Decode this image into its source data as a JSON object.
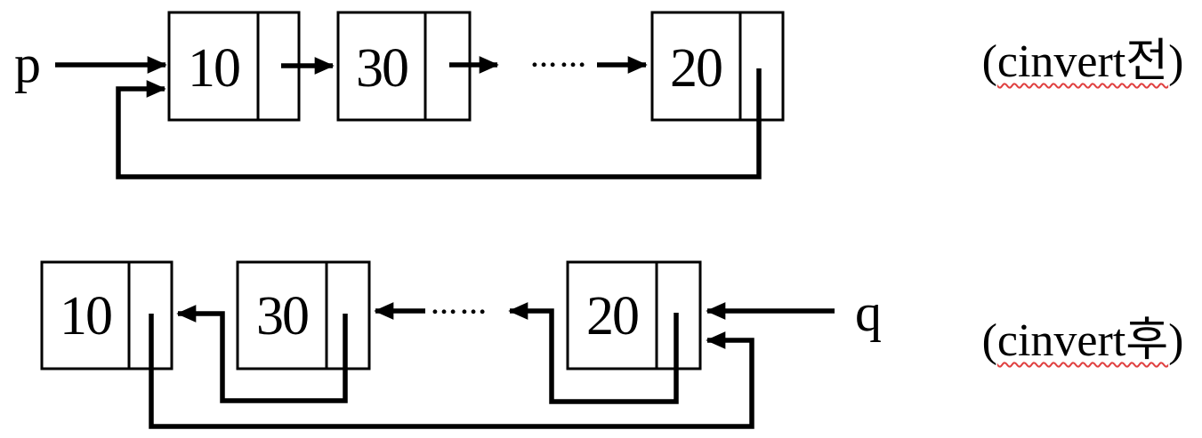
{
  "figure": {
    "before": {
      "pointer_label": "p",
      "nodes": [
        {
          "value": "10"
        },
        {
          "value": "30"
        },
        {
          "value": "20"
        }
      ],
      "ellipsis": "……",
      "caption": {
        "open": "(",
        "word": "cinvert전",
        "close": ")"
      }
    },
    "after": {
      "pointer_label": "q",
      "nodes": [
        {
          "value": "10"
        },
        {
          "value": "30"
        },
        {
          "value": "20"
        }
      ],
      "ellipsis": "……",
      "caption": {
        "open": "(",
        "word": "cinvert후",
        "close": ")"
      }
    },
    "colors": {
      "ink": "#000000",
      "background": "#ffffff",
      "spellcheck_underline": "#e04040"
    }
  }
}
